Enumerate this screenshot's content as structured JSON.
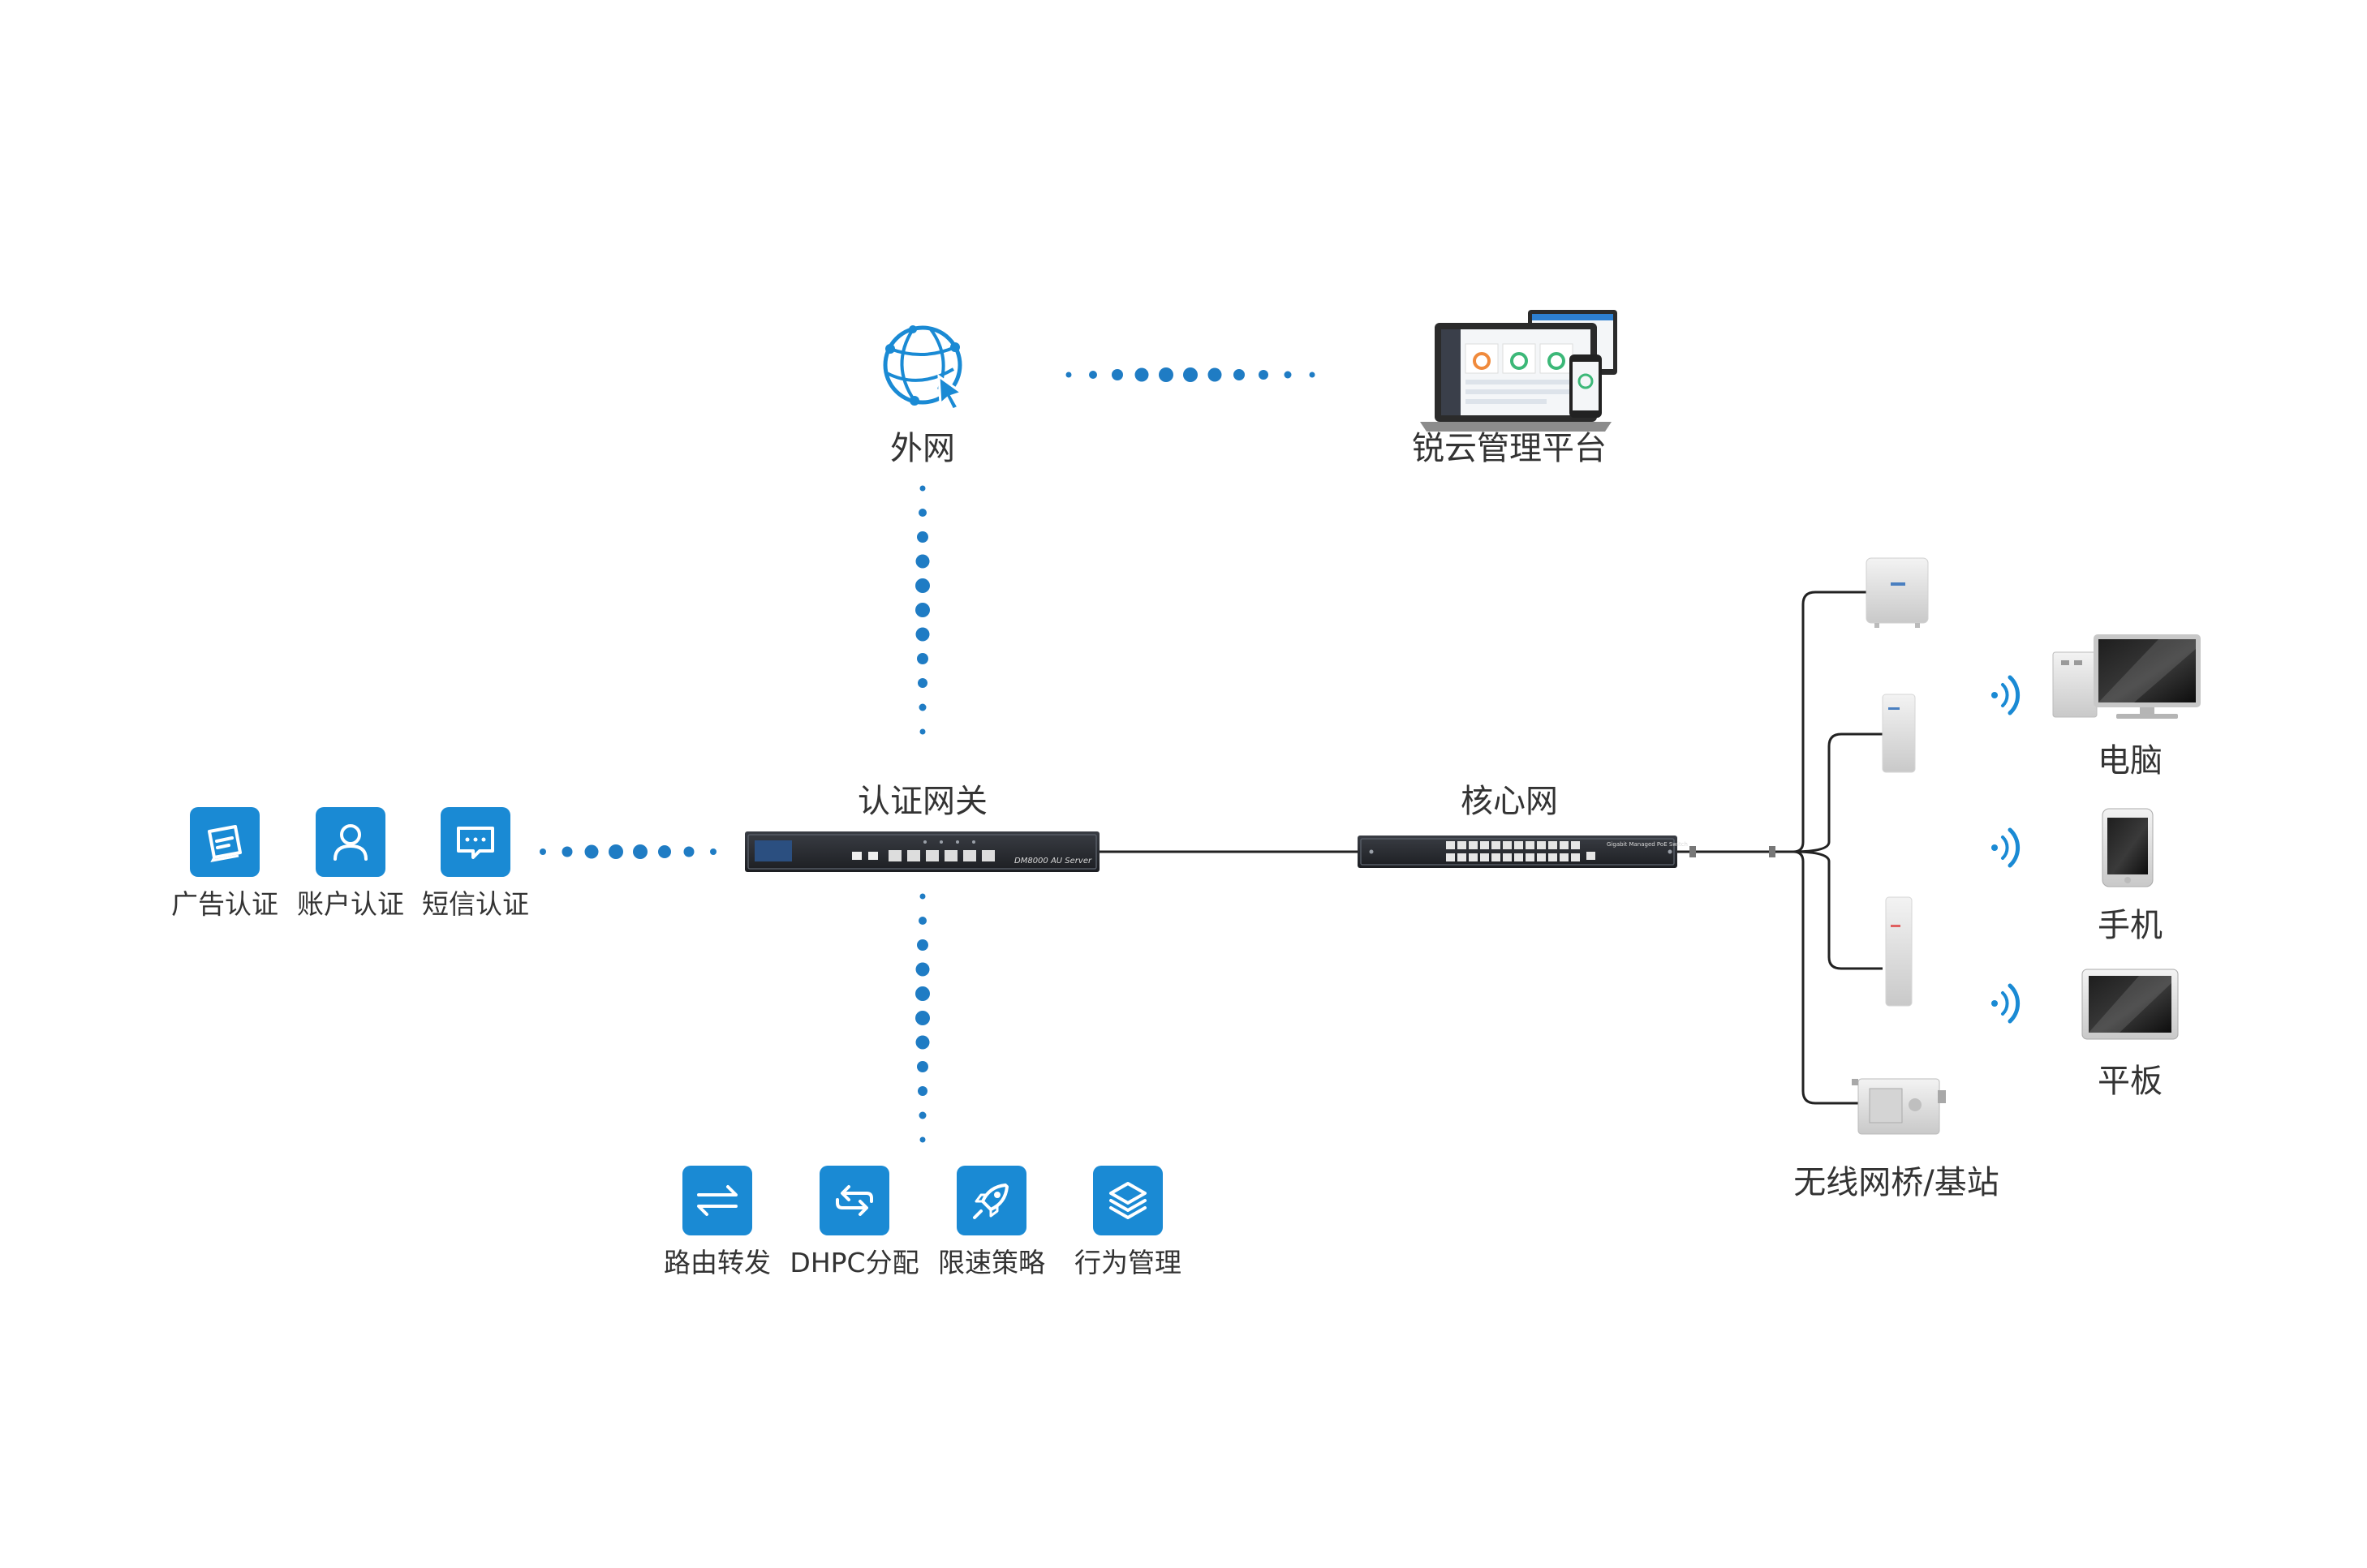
{
  "nodes": {
    "internet": "外网",
    "cloud_platform": "锐云管理平台",
    "auth_gateway": "认证网关",
    "core_network": "核心网",
    "wireless_bridge": "无线网桥/基站",
    "computer": "电脑",
    "phone": "手机",
    "tablet": "平板"
  },
  "auth_methods": [
    {
      "label": "广告认证",
      "icon": "ad-card-icon"
    },
    {
      "label": "账户认证",
      "icon": "user-icon"
    },
    {
      "label": "短信认证",
      "icon": "sms-message-icon"
    }
  ],
  "gateway_features": [
    {
      "label": "路由转发",
      "icon": "arrows-swap-icon"
    },
    {
      "label": "DHPC分配",
      "icon": "swap-rounded-icon"
    },
    {
      "label": "限速策略",
      "icon": "rocket-icon"
    },
    {
      "label": "行为管理",
      "icon": "layers-icon"
    }
  ],
  "device_print": {
    "gateway_model": "DM8000 AU  Server",
    "switch_model": "Gigabit Managed PoE Switch"
  },
  "colors": {
    "accent": "#1a8ad4",
    "dots": "#1f7cc4",
    "text": "#333333",
    "line": "#222222"
  }
}
